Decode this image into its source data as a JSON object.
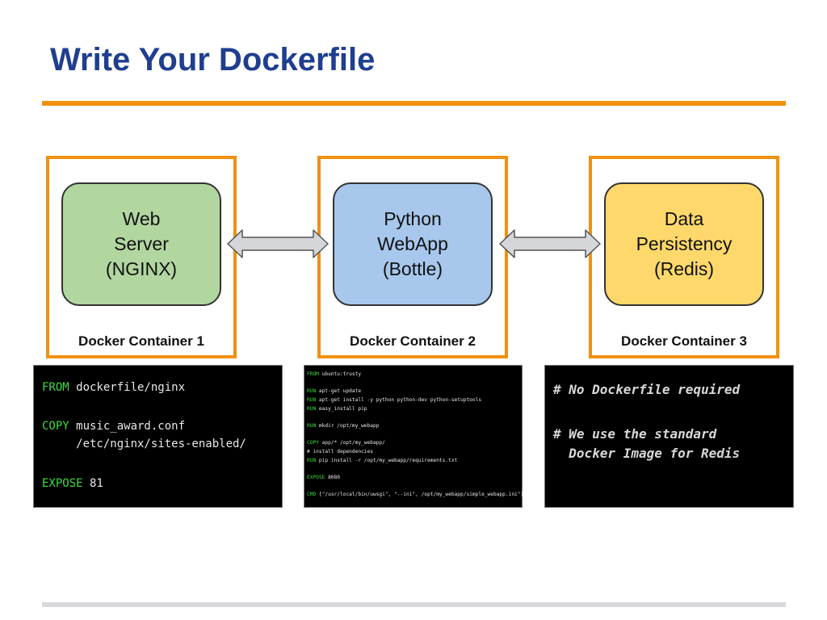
{
  "slide": {
    "title": "Write Your Dockerfile"
  },
  "containers": [
    {
      "label": "Docker Container 1",
      "node_lines": [
        "Web",
        "Server",
        "(NGINX)"
      ],
      "fill": "#b2d6a0"
    },
    {
      "label": "Docker Container 2",
      "node_lines": [
        "Python",
        "WebApp",
        "(Bottle)"
      ],
      "fill": "#a7c7ec"
    },
    {
      "label": "Docker Container 3",
      "node_lines": [
        "Data",
        "Persistency",
        "(Redis)"
      ],
      "fill": "#fed86a"
    }
  ],
  "connectors": [
    {
      "from": "Web Server (NGINX)",
      "to": "Python WebApp (Bottle)",
      "style": "double-arrow"
    },
    {
      "from": "Python WebApp (Bottle)",
      "to": "Data Persistency (Redis)",
      "style": "double-arrow"
    }
  ],
  "code_blocks": {
    "nginx": [
      {
        "kw": "FROM",
        "text": " dockerfile/nginx"
      },
      {
        "kw": "COPY",
        "text": " music_award.conf"
      },
      {
        "kw": "",
        "text": "     /etc/nginx/sites-enabled/"
      },
      {
        "kw": "EXPOSE",
        "text": " 81"
      }
    ],
    "webapp": [
      {
        "kw": "FROM",
        "text": " ubuntu:trusty"
      },
      {
        "kw": "RUN",
        "text": " apt-get update"
      },
      {
        "kw": "RUN",
        "text": " apt-get install -y python python-dev python-setuptools"
      },
      {
        "kw": "RUN",
        "text": " easy_install pip"
      },
      {
        "kw": "RUN",
        "text": " mkdir /opt/my_webapp"
      },
      {
        "kw": "COPY",
        "text": " app/* /opt/my_webapp/"
      },
      {
        "kw": "",
        "text": "# install dependencies"
      },
      {
        "kw": "RUN",
        "text": " pip install -r /opt/my_webapp/requirements.txt"
      },
      {
        "kw": "EXPOSE",
        "text": " 8080"
      },
      {
        "kw": "CMD",
        "text": " [\"/usr/local/bin/uwsgi\", \"--ini\", /opt/my_webapp/simple_webapp.ini\"]"
      }
    ],
    "redis": [
      "# No Dockerfile required",
      "# We use the standard",
      "  Docker Image for Redis"
    ]
  },
  "colors": {
    "title": "#1f3e8f",
    "accent_orange": "#f0910f",
    "footer_gray": "#d7d9dc",
    "code_keyword": "#3fdb3f"
  }
}
